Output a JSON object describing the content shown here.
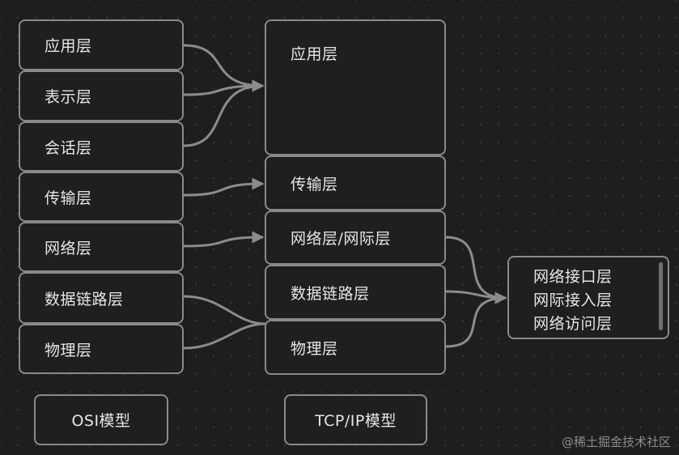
{
  "osi": {
    "layers": [
      "应用层",
      "表示层",
      "会话层",
      "传输层",
      "网络层",
      "数据链路层",
      "物理层"
    ],
    "title": "OSI模型"
  },
  "tcpip": {
    "layers": [
      "应用层",
      "传输层",
      "网络层/网际层",
      "数据链路层",
      "物理层"
    ],
    "title": "TCP/IP模型"
  },
  "legend": {
    "lines": [
      "网络接口层",
      "网际接入层",
      "网络访问层"
    ]
  },
  "watermark": "@稀土掘金技术社区",
  "colors": {
    "background": "#1e1e1e",
    "border": "#8a8a8a",
    "arrow": "#8c8c8c",
    "text": "#e6e6e6"
  }
}
